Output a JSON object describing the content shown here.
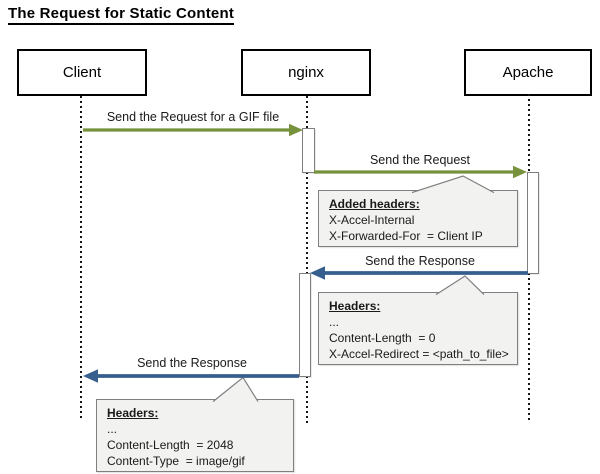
{
  "title": "The Request for Static Content",
  "actors": [
    {
      "label": "Client"
    },
    {
      "label": "nginx"
    },
    {
      "label": "Apache"
    }
  ],
  "messages": [
    {
      "label": "Send the Request for a GIF file",
      "from": "Client",
      "to": "nginx",
      "color": "#76923C"
    },
    {
      "label": "Send the Request",
      "from": "nginx",
      "to": "Apache",
      "color": "#76923C"
    },
    {
      "label": "Send the Response",
      "from": "Apache",
      "to": "nginx",
      "color": "#365F8E"
    },
    {
      "label": "Send the Response",
      "from": "nginx",
      "to": "Client",
      "color": "#365F8E"
    }
  ],
  "callouts": [
    {
      "heading": "Added headers:",
      "lines": [
        "X-Accel-Internal",
        "X-Forwarded-For  = Client IP"
      ]
    },
    {
      "heading": "Headers:",
      "lines": [
        "...",
        "Content-Length  = 0",
        "X-Accel-Redirect = <path_to_file>"
      ]
    },
    {
      "heading": "Headers:",
      "lines": [
        "...",
        "Content-Length  = 2048",
        "Content-Type  = image/gif"
      ]
    }
  ],
  "colors": {
    "request_green": "#76923C",
    "response_blue": "#365F8E",
    "callout_bg": "#F2F2F0",
    "callout_border": "#7F7F7F"
  }
}
